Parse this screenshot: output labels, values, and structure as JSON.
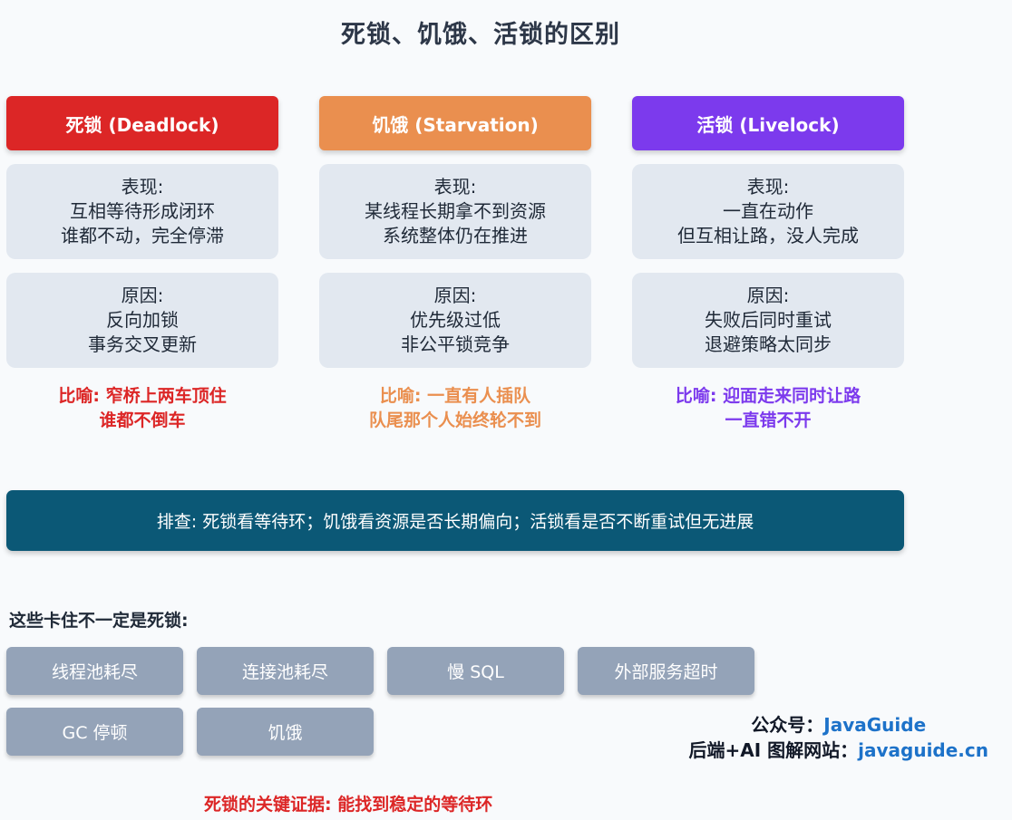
{
  "title": "死锁、饥饿、活锁的区别",
  "columns": [
    {
      "header": "死锁 (Deadlock)",
      "color": "#dc2626",
      "symptom": [
        "表现:",
        "互相等待形成闭环",
        "谁都不动，完全停滞"
      ],
      "cause": [
        "原因:",
        "反向加锁",
        "事务交叉更新"
      ],
      "metaphor": [
        "比喻: 窄桥上两车顶住",
        "谁都不倒车"
      ]
    },
    {
      "header": "饥饿 (Starvation)",
      "color": "#ea8f4f",
      "symptom": [
        "表现:",
        "某线程长期拿不到资源",
        "系统整体仍在推进"
      ],
      "cause": [
        "原因:",
        "优先级过低",
        "非公平锁竞争"
      ],
      "metaphor": [
        "比喻: 一直有人插队",
        "队尾那个人始终轮不到"
      ]
    },
    {
      "header": "活锁 (Livelock)",
      "color": "#7c3aed",
      "symptom": [
        "表现:",
        "一直在动作",
        "但互相让路，没人完成"
      ],
      "cause": [
        "原因:",
        "失败后同时重试",
        "退避策略太同步"
      ],
      "metaphor": [
        "比喻: 迎面走来同时让路",
        "一直错不开"
      ]
    }
  ],
  "summary": "排查: 死锁看等待环；饥饿看资源是否长期偏向；活锁看是否不断重试但无进展",
  "list_title": "这些卡住不一定是死锁:",
  "chips": [
    "线程池耗尽",
    "连接池耗尽",
    "慢 SQL",
    "外部服务超时",
    "GC 停顿",
    "饥饿"
  ],
  "footer": "死锁的关键证据: 能找到稳定的等待环",
  "brand": {
    "line1_label": "公众号：",
    "line1_value": "JavaGuide",
    "line2_label": "后端+AI 图解网站：",
    "line2_value": "javaguide.cn"
  }
}
